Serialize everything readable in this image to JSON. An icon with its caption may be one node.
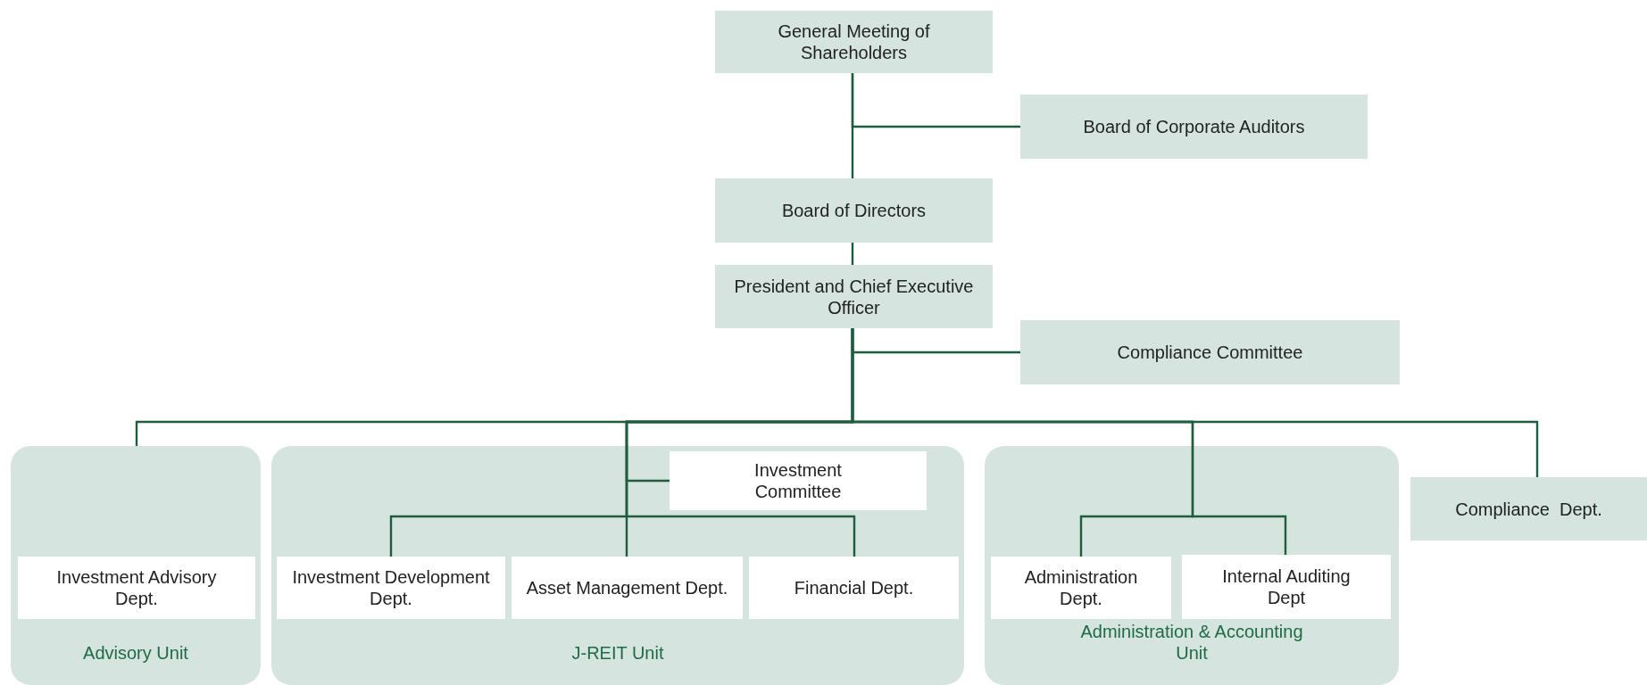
{
  "diagram": {
    "nodes": [
      {
        "text": [
          "General Meeting of Shareholders"
        ]
      },
      {
        "text": [
          "Board of Corporate Auditors"
        ]
      },
      {
        "text": [
          "Board of Directors"
        ]
      },
      {
        "text": [
          "President and Chief Executive Officer"
        ]
      },
      {
        "text": [
          "Compliance Committee"
        ]
      },
      {
        "text": [
          "Advisory Unit"
        ]
      },
      {
        "text": [
          "Investment Advisory Dept."
        ],
        "in": 5
      },
      {
        "text": [
          "J-REIT Unit"
        ]
      },
      {
        "text": [
          "Investment Committee"
        ],
        "in": 7
      },
      {
        "text": [
          "Investment Development Dept."
        ],
        "in": 7
      },
      {
        "text": [
          "Asset Management Dept."
        ],
        "in": 7
      },
      {
        "text": [
          "Financial Dept."
        ],
        "in": 7
      },
      {
        "text": [
          "Administration & Accounting Unit"
        ]
      },
      {
        "text": [
          "Administration Dept."
        ],
        "in": 12
      },
      {
        "text": [
          "Internal Auditing Dept"
        ],
        "in": 12
      },
      {
        "text": [
          "Compliance  Dept."
        ]
      }
    ],
    "edges": [
      {
        "from": 0,
        "to": 1,
        "arrow": "none"
      },
      {
        "from": 0,
        "to": 2,
        "arrow": "none"
      },
      {
        "from": 2,
        "to": 3,
        "arrow": "none"
      },
      {
        "from": 3,
        "to": 4,
        "arrow": "none"
      },
      {
        "from": 3,
        "to": 5,
        "arrow": "none"
      },
      {
        "from": 3,
        "to": 8,
        "arrow": "none"
      },
      {
        "from": 3,
        "to": 9,
        "arrow": "none"
      },
      {
        "from": 3,
        "to": 10,
        "arrow": "none"
      },
      {
        "from": 3,
        "to": 11,
        "arrow": "none"
      },
      {
        "from": 3,
        "to": 13,
        "arrow": "none"
      },
      {
        "from": 3,
        "to": 14,
        "arrow": "none"
      },
      {
        "from": 3,
        "to": 15,
        "arrow": "none"
      }
    ]
  }
}
